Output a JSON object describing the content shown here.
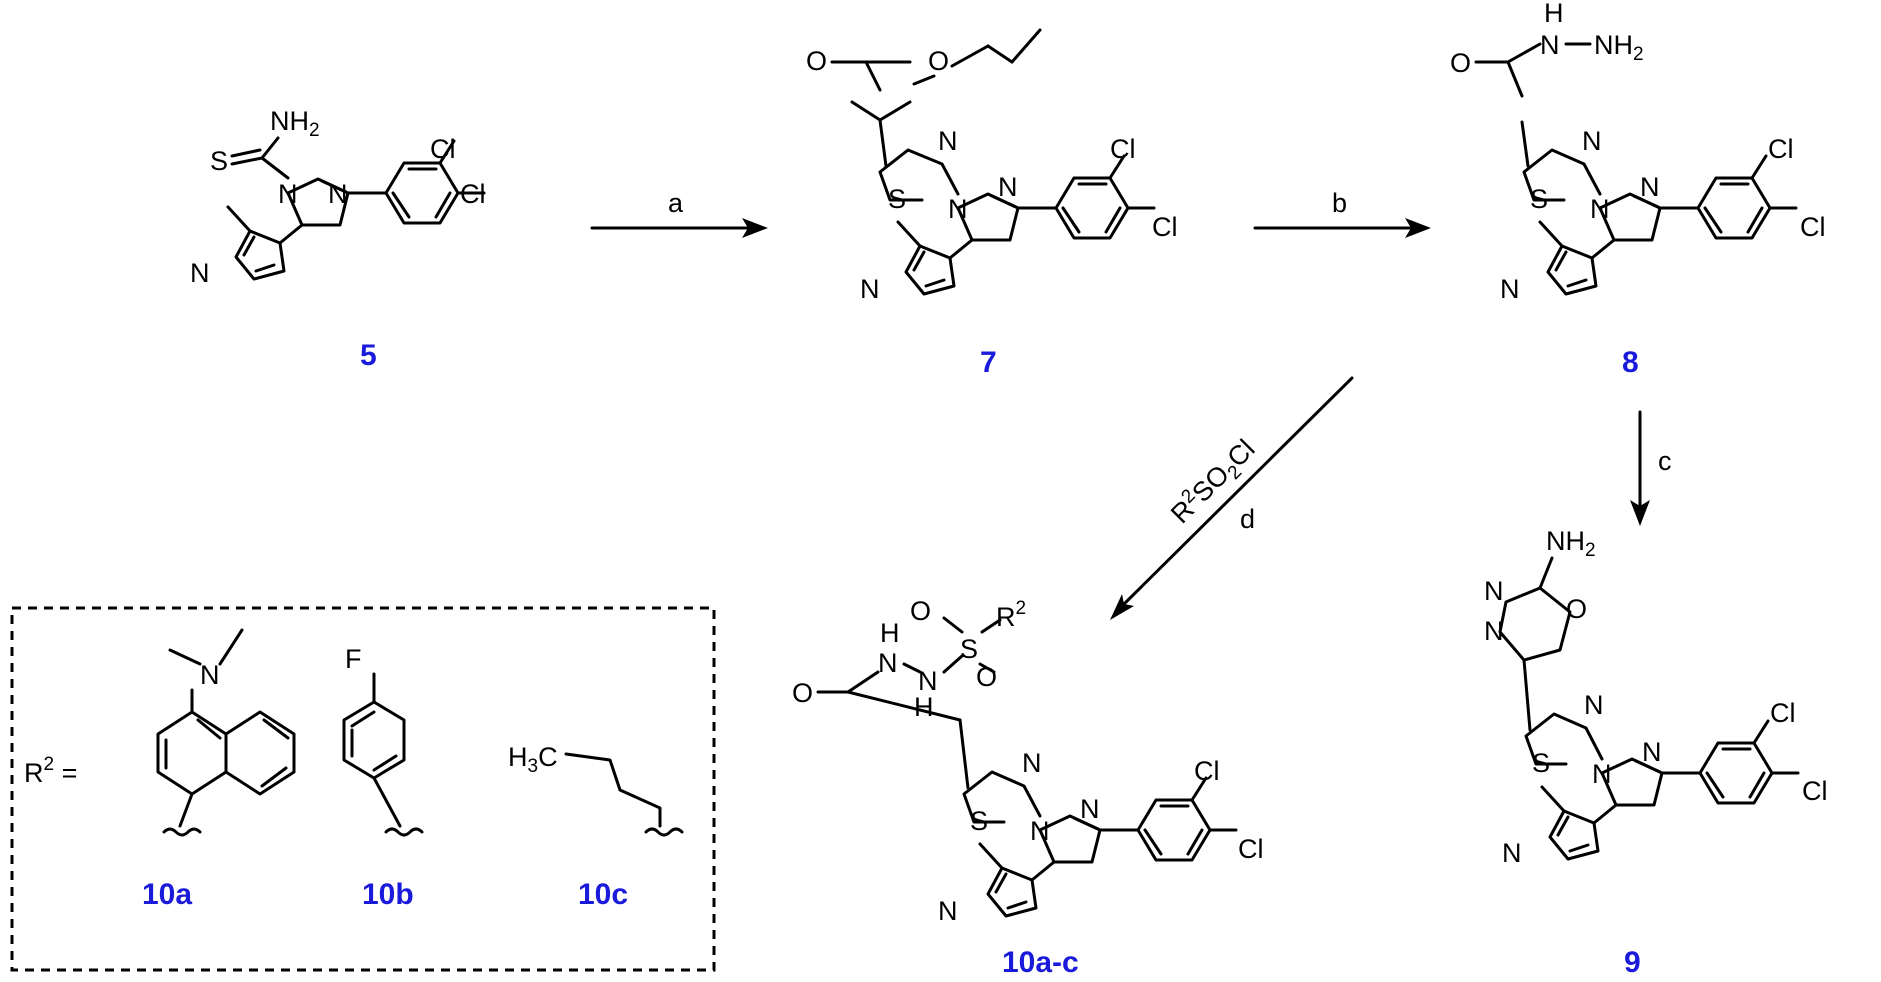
{
  "compounds": {
    "c5": "5",
    "c7": "7",
    "c8": "8",
    "c9": "9",
    "c10": "10a-c",
    "r10a": "10a",
    "r10b": "10b",
    "r10c": "10c"
  },
  "conditions": {
    "a": "a",
    "b": "b",
    "c": "c",
    "d": "d",
    "reagent_d": "R²SO₂Cl"
  },
  "atoms": {
    "NH2": "NH2",
    "H2N_hydrazide": "H",
    "N": "N",
    "S": "S",
    "O": "O",
    "Cl": "Cl",
    "F": "F",
    "H": "H",
    "H3C": "H3C",
    "R2": "R2",
    "R2_eq": "R2 ="
  },
  "colors": {
    "compound_label": "#1a1adb",
    "bonds": "#000000"
  }
}
